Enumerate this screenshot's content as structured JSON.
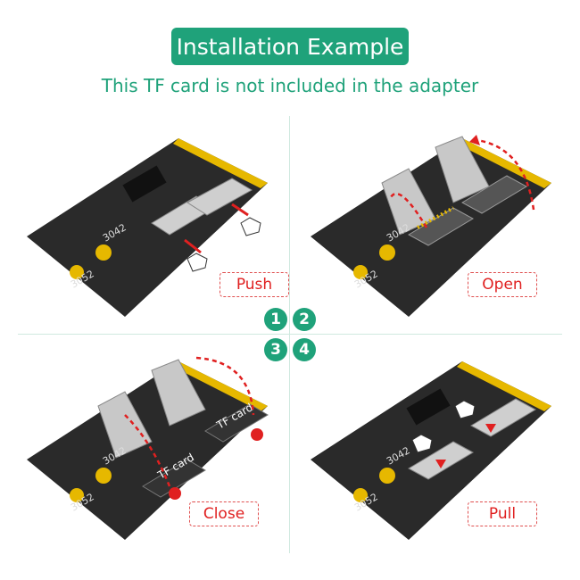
{
  "header": {
    "title": "Installation Example",
    "subtitle": "This TF card is not included in the adapter"
  },
  "steps": [
    "1",
    "2",
    "3",
    "4"
  ],
  "panels": [
    {
      "action": "Push",
      "marking_a": "3042",
      "marking_b": "3052"
    },
    {
      "action": "Open",
      "marking_a": "3042",
      "marking_b": "3052"
    },
    {
      "action": "Close",
      "marking_a": "3042",
      "marking_b": "3052",
      "card_label": "TF card"
    },
    {
      "action": "Pull",
      "marking_a": "3042",
      "marking_b": "3052"
    }
  ],
  "colors": {
    "accent": "#1fa27a",
    "arrow": "#e02020",
    "board": "#2a2a2a",
    "gold": "#e6b800"
  }
}
